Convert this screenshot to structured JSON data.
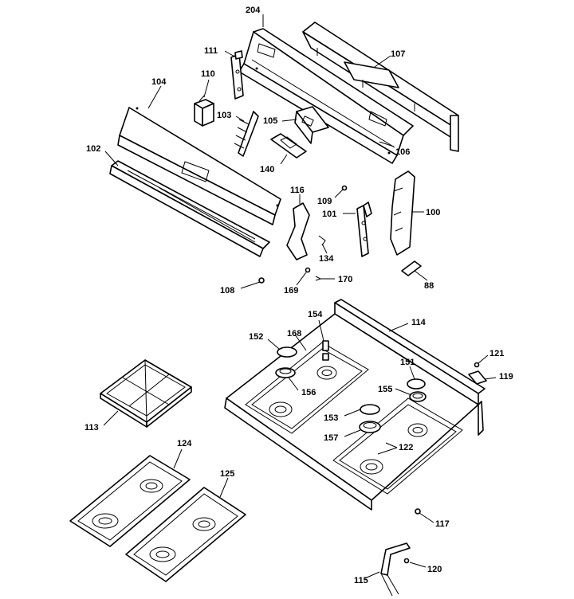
{
  "labels": {
    "p204": "204",
    "p111": "111",
    "p107": "107",
    "p110": "110",
    "p104": "104",
    "p103": "103",
    "p105": "105",
    "p106": "106",
    "p102": "102",
    "p140": "140",
    "p116": "116",
    "p109": "109",
    "p101": "101",
    "p100": "100",
    "p134": "134",
    "p108": "108",
    "p169": "169",
    "p170": "170",
    "p88": "88",
    "p114": "114",
    "p154": "154",
    "p152": "152",
    "p168": "168",
    "p121": "121",
    "p151": "151",
    "p119": "119",
    "p155": "155",
    "p156": "156",
    "p113": "113",
    "p153": "153",
    "p157": "157",
    "p122": "122",
    "p124": "124",
    "p125": "125",
    "p117": "117",
    "p115": "115",
    "p120": "120"
  }
}
